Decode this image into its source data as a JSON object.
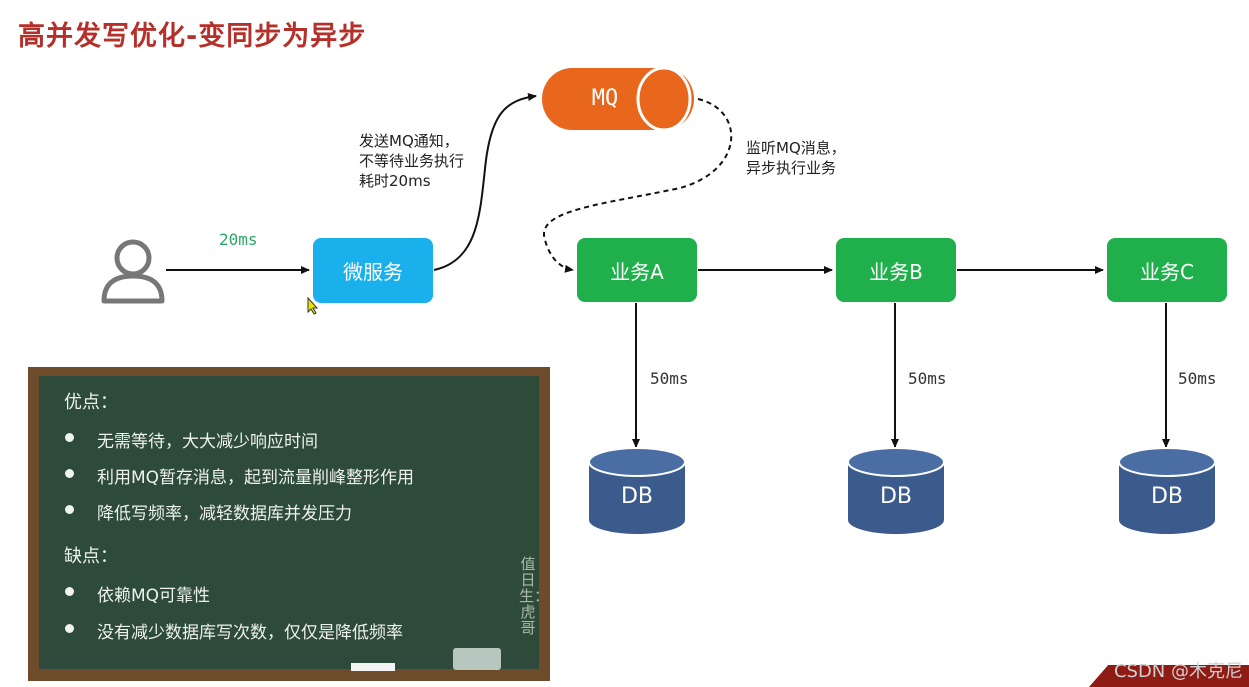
{
  "title": "高并发写优化-变同步为异步",
  "diagram": {
    "latency_user": "20ms",
    "micro_service": "微服务",
    "mq": "MQ",
    "send_note": [
      "发送MQ通知，",
      "不等待业务执行",
      "耗时20ms"
    ],
    "listen_note": [
      "监听MQ消息，",
      "异步执行业务"
    ],
    "business": [
      "业务A",
      "业务B",
      "业务C"
    ],
    "db_latency": "50ms",
    "db": "DB"
  },
  "board": {
    "pros_title": "优点：",
    "pros": [
      "无需等待，大大减少响应时间",
      "利用MQ暂存消息，起到流量削峰整形作用",
      "降低写频率，减轻数据库并发压力"
    ],
    "cons_title": "缺点：",
    "cons": [
      "依赖MQ可靠性",
      "没有减少数据库写次数，仅仅是降低频率"
    ],
    "signature": "值日生：虎哥"
  },
  "watermark": "CSDN @木克尼",
  "colors": {
    "title": "#b5302a",
    "service": "#1ab0ec",
    "business": "#1fb04b",
    "mq": "#e8671c",
    "db": "#3a5b8c",
    "board": "#2d4a3a"
  }
}
